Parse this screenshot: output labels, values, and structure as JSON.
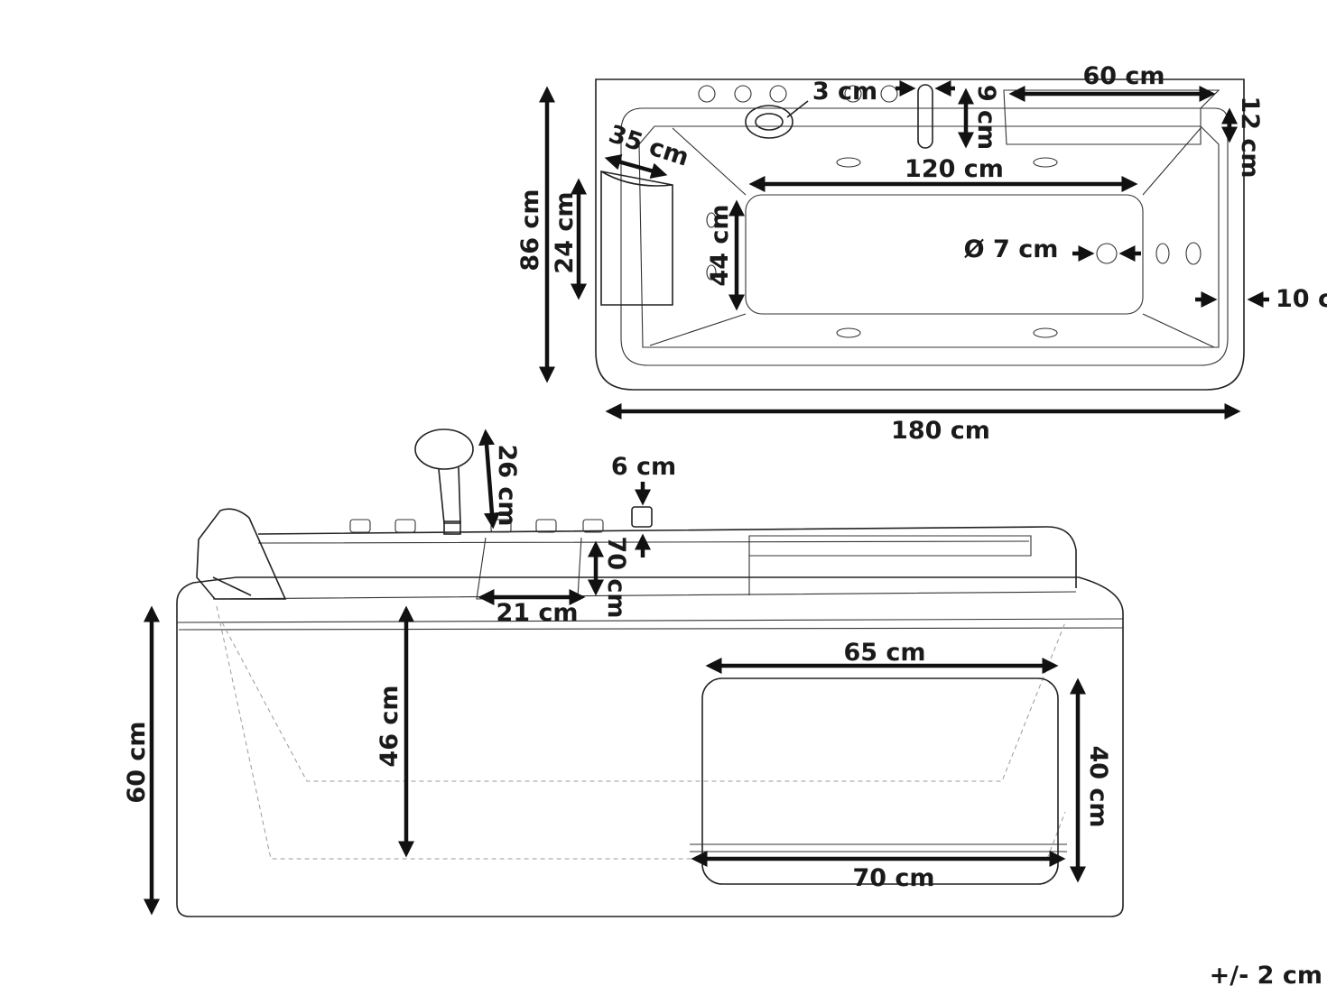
{
  "top_view": {
    "length": "180 cm",
    "width": "86 cm",
    "shelf_width": "60 cm",
    "shelf_depth": "12 cm",
    "faucet_offset": "3 cm",
    "faucet_depth": "9 cm",
    "pillow_width": "35 cm",
    "pillow_height": "24 cm",
    "inner_length": "120 cm",
    "inner_width": "44 cm",
    "drain_diameter": "Ø 7 cm",
    "rim_offset": "10 c"
  },
  "side_view": {
    "total_height": "60 cm",
    "inner_depth": "46 cm",
    "shower_height": "26 cm",
    "spout_height": "6 cm",
    "panel_step": "70 cm",
    "panel_width": "21 cm",
    "access_panel_width": "65 cm",
    "access_panel_height": "40 cm",
    "access_panel_bottom": "70 cm"
  },
  "tolerance": "+/- 2 cm"
}
